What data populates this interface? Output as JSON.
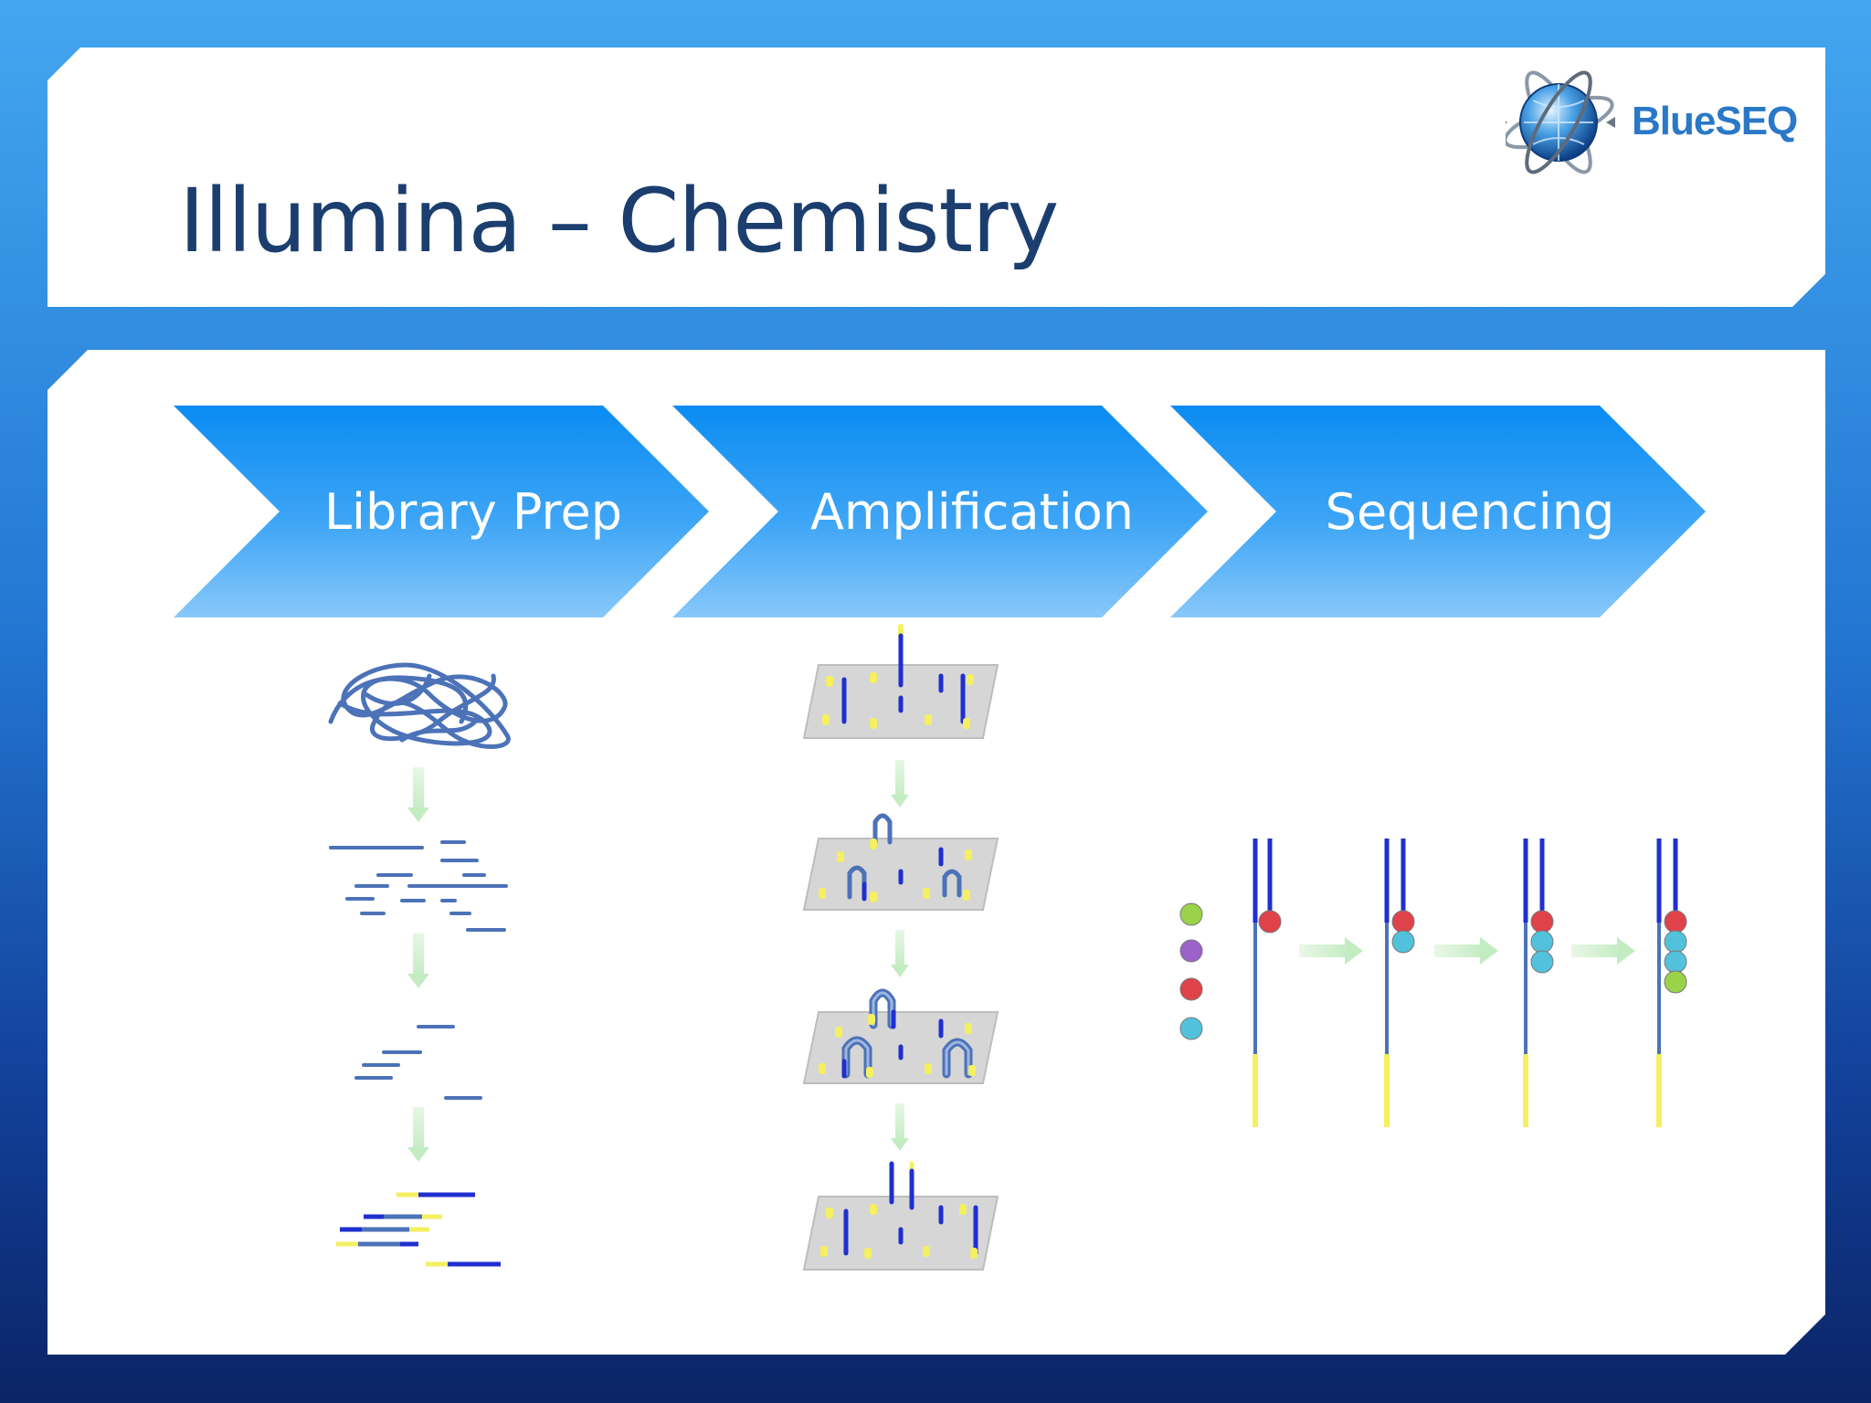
{
  "slide": {
    "title": "Illumina – Chemistry",
    "logo_text": "BlueSEQ"
  },
  "steps": [
    {
      "label": "Library Prep"
    },
    {
      "label": "Amplification"
    },
    {
      "label": "Sequencing"
    }
  ],
  "colors": {
    "dna_strand": "#4c72b8",
    "adapter_blue": "#1f2fd0",
    "adapter_yellow": "#f4f060",
    "arrow_green": "#cdf0cc",
    "flowcell": "#d6d6d6",
    "nucleotide_green": "#9ad24a",
    "nucleotide_purple": "#9a62c8",
    "nucleotide_red": "#e0424a",
    "nucleotide_cyan": "#52c2dc"
  },
  "icons": [
    "globe-logo-icon"
  ]
}
